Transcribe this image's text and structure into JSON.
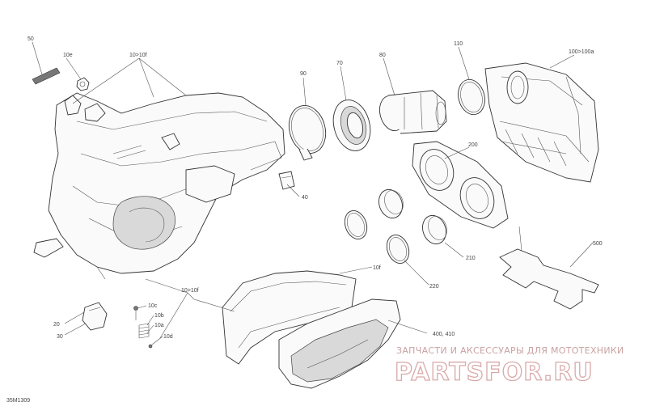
{
  "drawing_code": "35M1309",
  "callouts": {
    "c50": "50",
    "c10e_top": "10e",
    "c10_10f_top": "10>10f",
    "c90": "90",
    "c70": "70",
    "c80": "80",
    "c110": "110",
    "c100": "100>100a",
    "c200": "200",
    "c40": "40",
    "c500": "500",
    "c210": "210",
    "c220": "220",
    "c10f": "10f",
    "c10_10f_bottom": "10>10f",
    "c10c": "10c",
    "c10b": "10b",
    "c10a": "10a",
    "c10d": "10d",
    "c20": "20",
    "c30": "30",
    "c400": "400, 410"
  },
  "watermark": {
    "line1": "ЗАПЧАСТИ И АКСЕССУАРЫ ДЛЯ МОТОТЕХНИКИ",
    "line2": "PARTSFOR.RU"
  }
}
